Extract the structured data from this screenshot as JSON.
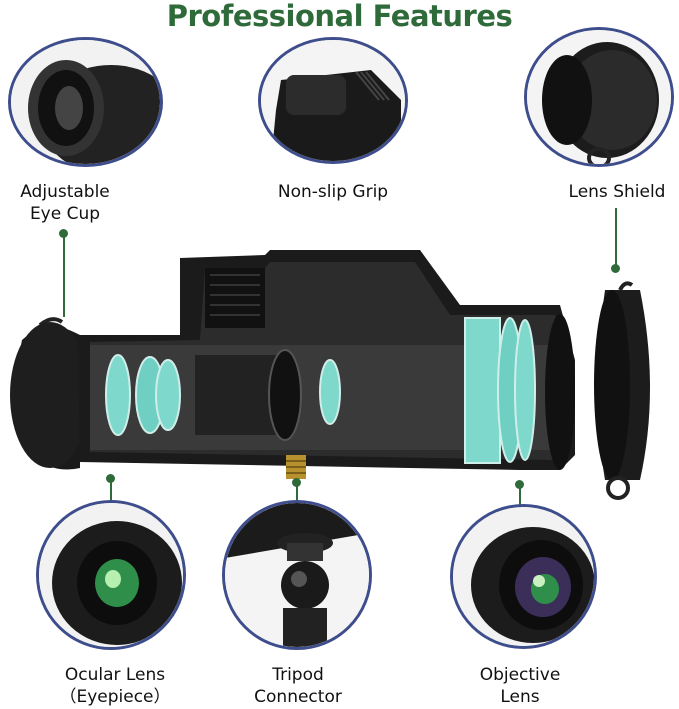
{
  "header": {
    "title": "Professional Features"
  },
  "features": {
    "eye_cup": {
      "label_line1": "Adjustable",
      "label_line2": "Eye Cup"
    },
    "grip": {
      "label": "Non-slip Grip"
    },
    "lens_shield": {
      "label": "Lens Shield"
    },
    "ocular_lens": {
      "label_line1": "Ocular Lens",
      "label_line2": "（Eyepiece）"
    },
    "tripod": {
      "label_line1": "Tripod",
      "label_line2": "Connector"
    },
    "objective": {
      "label_line1": "Objective",
      "label_line2": "Lens"
    }
  },
  "colors": {
    "accent": "#2f6b3a",
    "lens_glass": "#7fd8cc",
    "body": "#1b1b1b",
    "circle_border": "#3e4d8c"
  },
  "icons": [
    "eye-cup-icon",
    "grip-icon",
    "lens-shield-icon",
    "ocular-lens-icon",
    "tripod-icon",
    "objective-lens-icon",
    "monocular-cutaway-icon"
  ]
}
